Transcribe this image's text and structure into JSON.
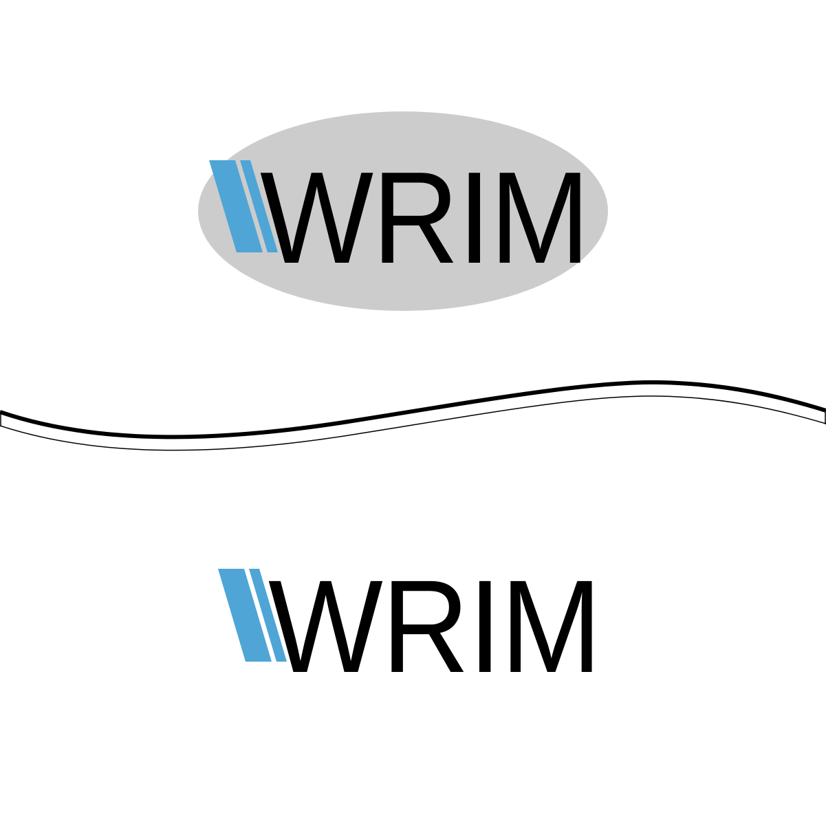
{
  "logo_top": {
    "text": "WRIM",
    "background": "oval",
    "oval_color": "#cccccc",
    "stripe_color": "#4fa5d6",
    "text_color": "#000000"
  },
  "divider": {
    "type": "double-wave-line",
    "color": "#000000"
  },
  "logo_bottom": {
    "text": "WRIM",
    "stripe_color": "#4fa5d6",
    "text_color": "#000000"
  }
}
